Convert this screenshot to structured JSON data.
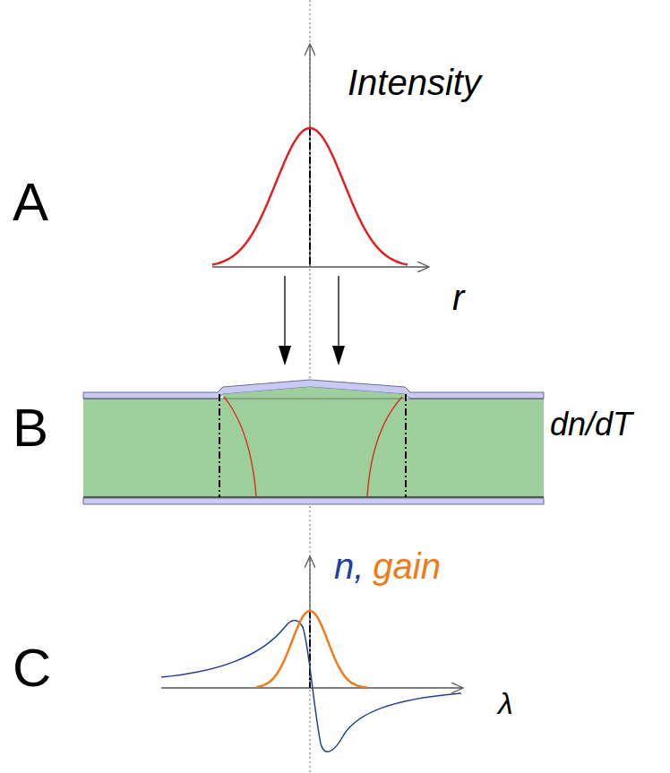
{
  "diagram": {
    "labels": [
      "A",
      "Intensity",
      "r",
      "B",
      "dn/dT",
      "C",
      "n,",
      "gain",
      "λ"
    ]
  }
}
